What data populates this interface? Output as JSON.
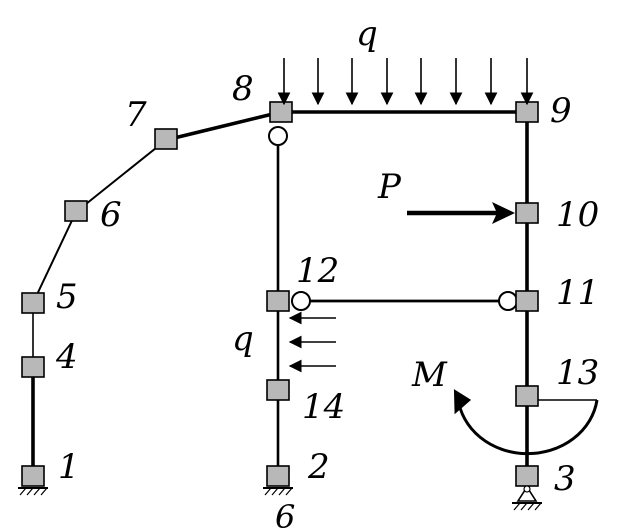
{
  "nodes": [
    "1",
    "2",
    "3",
    "4",
    "5",
    "6",
    "7",
    "8",
    "9",
    "10",
    "11",
    "12",
    "13",
    "14"
  ],
  "loads": {
    "q_top": "q",
    "q_side": "q",
    "P": "P",
    "M": "M"
  },
  "figure_label": "6"
}
